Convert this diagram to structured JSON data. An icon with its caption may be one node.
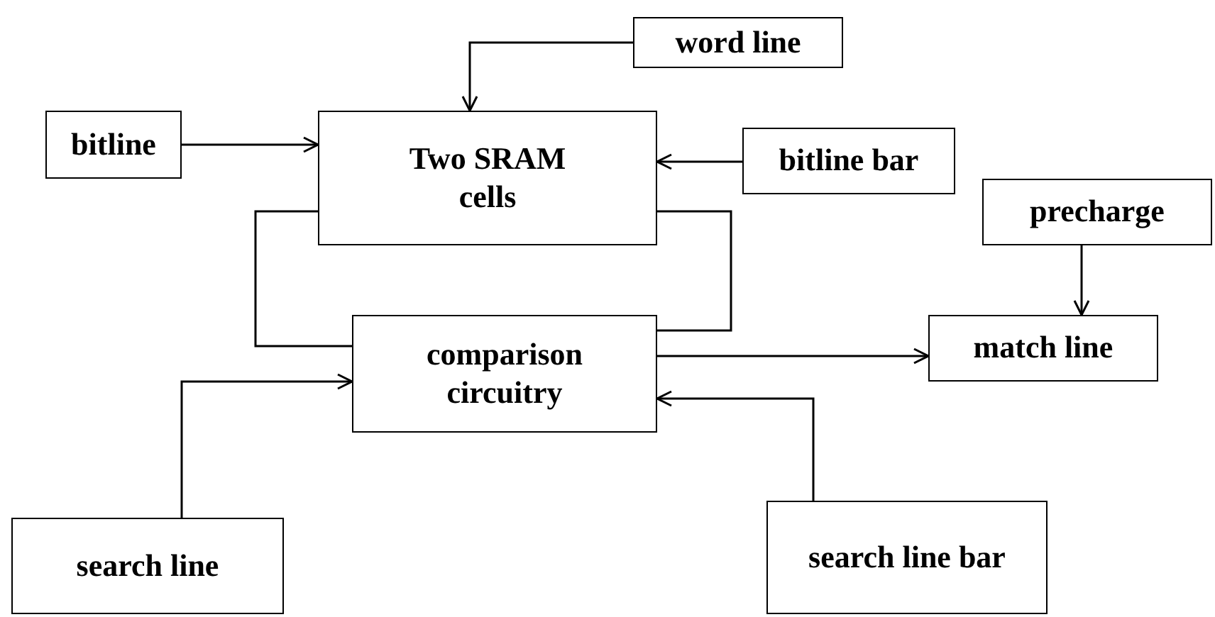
{
  "diagram": {
    "nodes": [
      {
        "text": [
          "word line"
        ]
      },
      {
        "text": [
          "bitline"
        ]
      },
      {
        "text": [
          "Two SRAM cells"
        ]
      },
      {
        "text": [
          "bitline bar"
        ]
      },
      {
        "text": [
          "precharge"
        ]
      },
      {
        "text": [
          "comparison circuitry"
        ]
      },
      {
        "text": [
          "match line"
        ]
      },
      {
        "text": [
          "search line"
        ]
      },
      {
        "text": [
          "search line bar"
        ]
      }
    ],
    "edges": [
      {
        "from": 0,
        "to": 2,
        "arrow": "to"
      },
      {
        "from": 1,
        "to": 2,
        "arrow": "to"
      },
      {
        "from": 3,
        "to": 2,
        "arrow": "to"
      },
      {
        "from": 2,
        "to": 5,
        "arrow": "none"
      },
      {
        "from": 2,
        "to": 5,
        "arrow": "none"
      },
      {
        "from": 5,
        "to": 6,
        "arrow": "to"
      },
      {
        "from": 4,
        "to": 6,
        "arrow": "to"
      },
      {
        "from": 7,
        "to": 5,
        "arrow": "to"
      },
      {
        "from": 8,
        "to": 5,
        "arrow": "to"
      }
    ]
  }
}
